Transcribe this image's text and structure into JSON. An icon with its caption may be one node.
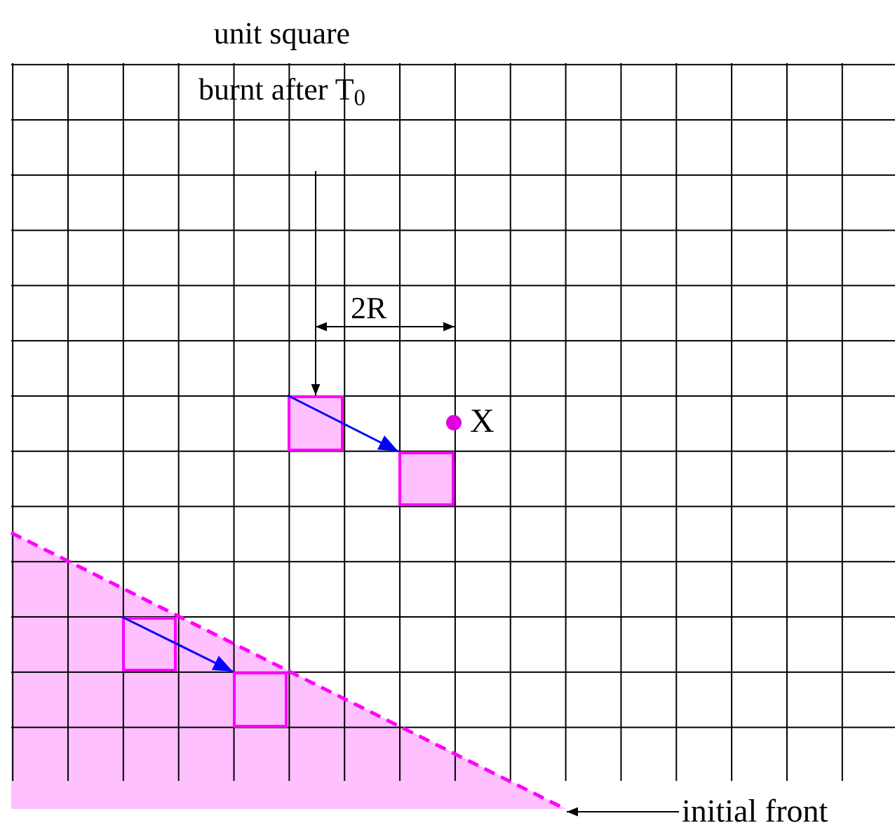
{
  "diagram": {
    "nodes": [
      {
        "text": [
          "unit square burnt after T$_{0}$"
        ]
      },
      {
        "text": [],
        "shape": "box"
      },
      {
        "text": [],
        "shape": "box"
      },
      {
        "text": [],
        "shape": "box",
        "in": 7
      },
      {
        "text": [],
        "shape": "box",
        "in": 7
      },
      {
        "text": [
          "X"
        ]
      },
      {
        "text": [
          "initial front"
        ]
      },
      {
        "text": [],
        "shape": "triangle"
      }
    ],
    "edges": [
      {
        "from": 0,
        "to": 1,
        "arrow": "to"
      },
      {
        "from": 1,
        "to": 2,
        "arrow": "to",
        "color": "#0000ff"
      },
      {
        "from": 3,
        "to": 4,
        "arrow": "to",
        "color": "#0000ff"
      },
      {
        "from": 6,
        "to": 7,
        "arrow": "to"
      }
    ],
    "labels": [
      "2R"
    ]
  }
}
